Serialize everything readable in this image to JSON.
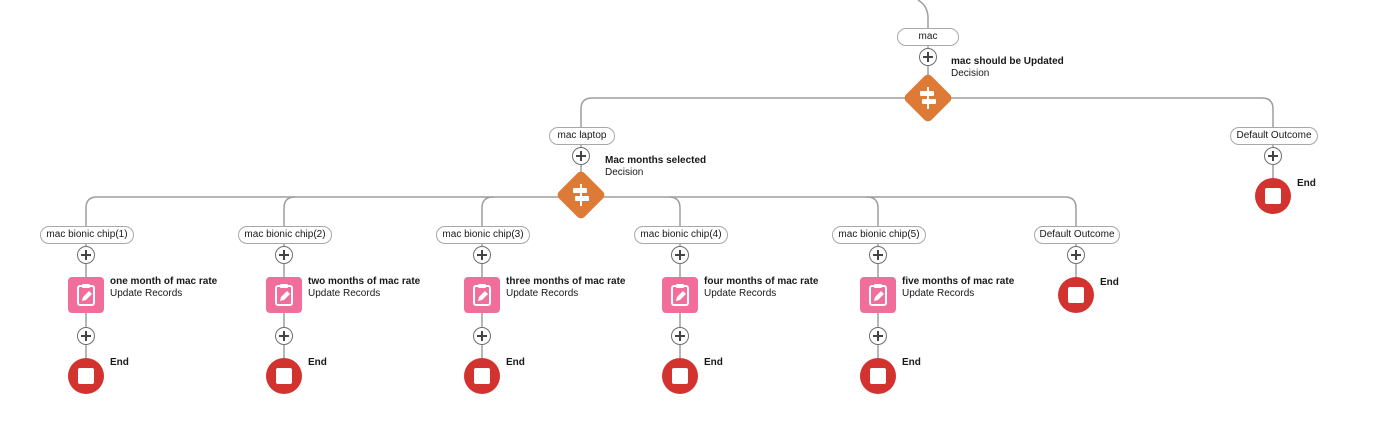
{
  "top": {
    "pill": "mac",
    "decision": {
      "name": "mac should be Updated",
      "type": "Decision"
    }
  },
  "laptop": {
    "pill": "mac laptop",
    "decision": {
      "name": "Mac months selected",
      "type": "Decision"
    }
  },
  "top_default": {
    "pill": "Default Outcome",
    "end": "End"
  },
  "branches": [
    {
      "pill": "mac bionic chip(1)",
      "action": "one month of mac rate",
      "action_type": "Update Records",
      "end": "End"
    },
    {
      "pill": "mac bionic chip(2)",
      "action": "two months of mac rate",
      "action_type": "Update Records",
      "end": "End"
    },
    {
      "pill": "mac bionic chip(3)",
      "action": "three months of mac rate",
      "action_type": "Update Records",
      "end": "End"
    },
    {
      "pill": "mac bionic chip(4)",
      "action": "four months of mac rate",
      "action_type": "Update Records",
      "end": "End"
    },
    {
      "pill": "mac bionic chip(5)",
      "action": "five months of mac rate",
      "action_type": "Update Records",
      "end": "End"
    }
  ],
  "laptop_default": {
    "pill": "Default Outcome",
    "end": "End"
  },
  "colors": {
    "decision": "#dd7a35",
    "update": "#f16e9a",
    "end": "#d3332e",
    "connector": "#9e9e9e"
  }
}
